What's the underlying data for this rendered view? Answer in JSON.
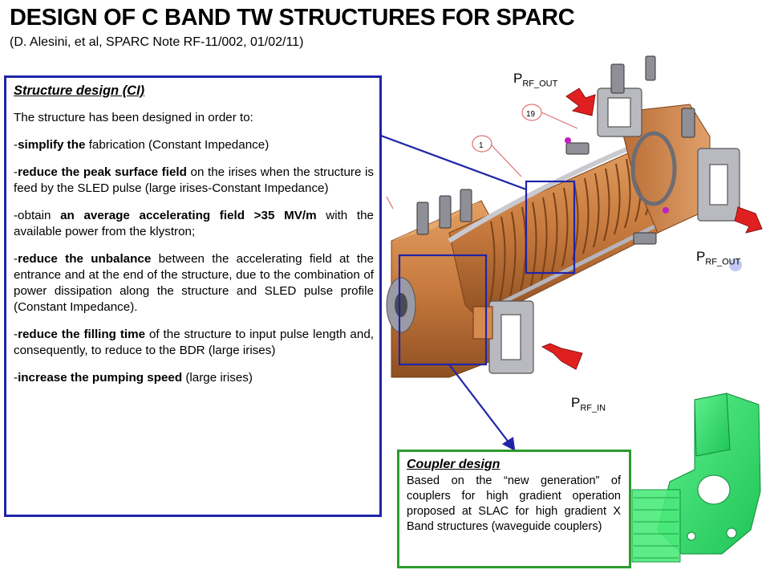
{
  "header": {
    "title": "DESIGN OF C BAND TW STRUCTURES FOR SPARC",
    "subtitle": "(D. Alesini, et al, SPARC Note RF-11/002, 01/02/11)"
  },
  "structure_design": {
    "title": "Structure design (CI)",
    "intro": "The structure has been designed in order to:",
    "items": [
      {
        "lead": "-",
        "bold": "simplify the",
        "rest": " fabrication (Constant Impedance)"
      },
      {
        "lead": "-",
        "bold": "reduce the peak surface field",
        "rest": " on the irises when the structure is feed by the SLED pulse (large irises-Constant Impedance)"
      },
      {
        "lead": "-obtain ",
        "bold": "an average accelerating field >35 MV/m",
        "rest": " with the available power from the klystron;"
      },
      {
        "lead": "-",
        "bold": "reduce the unbalance",
        "rest": " between the accelerating field at the entrance and at the end of the structure, due to the combination of power dissipation along the structure and SLED pulse profile (Constant Impedance)."
      },
      {
        "lead": "-",
        "bold": "reduce the filling time",
        "rest": " of the structure to input pulse length and, consequently, to reduce to the BDR (large irises)"
      },
      {
        "lead": "-",
        "bold": "increase the pumping speed",
        "rest": " (large irises)"
      }
    ]
  },
  "coupler_design": {
    "title": "Coupler design",
    "text": "Based on the “new generation” of couplers for high gradient operation proposed at SLAC for high gradient X Band structures (waveguide couplers)"
  },
  "port_labels": [
    {
      "main": "P",
      "sub": "RF_OUT"
    },
    {
      "main": "P",
      "sub": "RF_OUT"
    },
    {
      "main": "P",
      "sub": "RF_IN"
    }
  ],
  "callouts": {
    "num_1": "1",
    "num_19": "19"
  },
  "colors": {
    "design_box_border": "#1f25a8",
    "coupler_box_border": "#2d9a2d",
    "copper": "#c77a3e",
    "arrow_red": "#e02020",
    "coupler_green": "#2ee06a"
  }
}
